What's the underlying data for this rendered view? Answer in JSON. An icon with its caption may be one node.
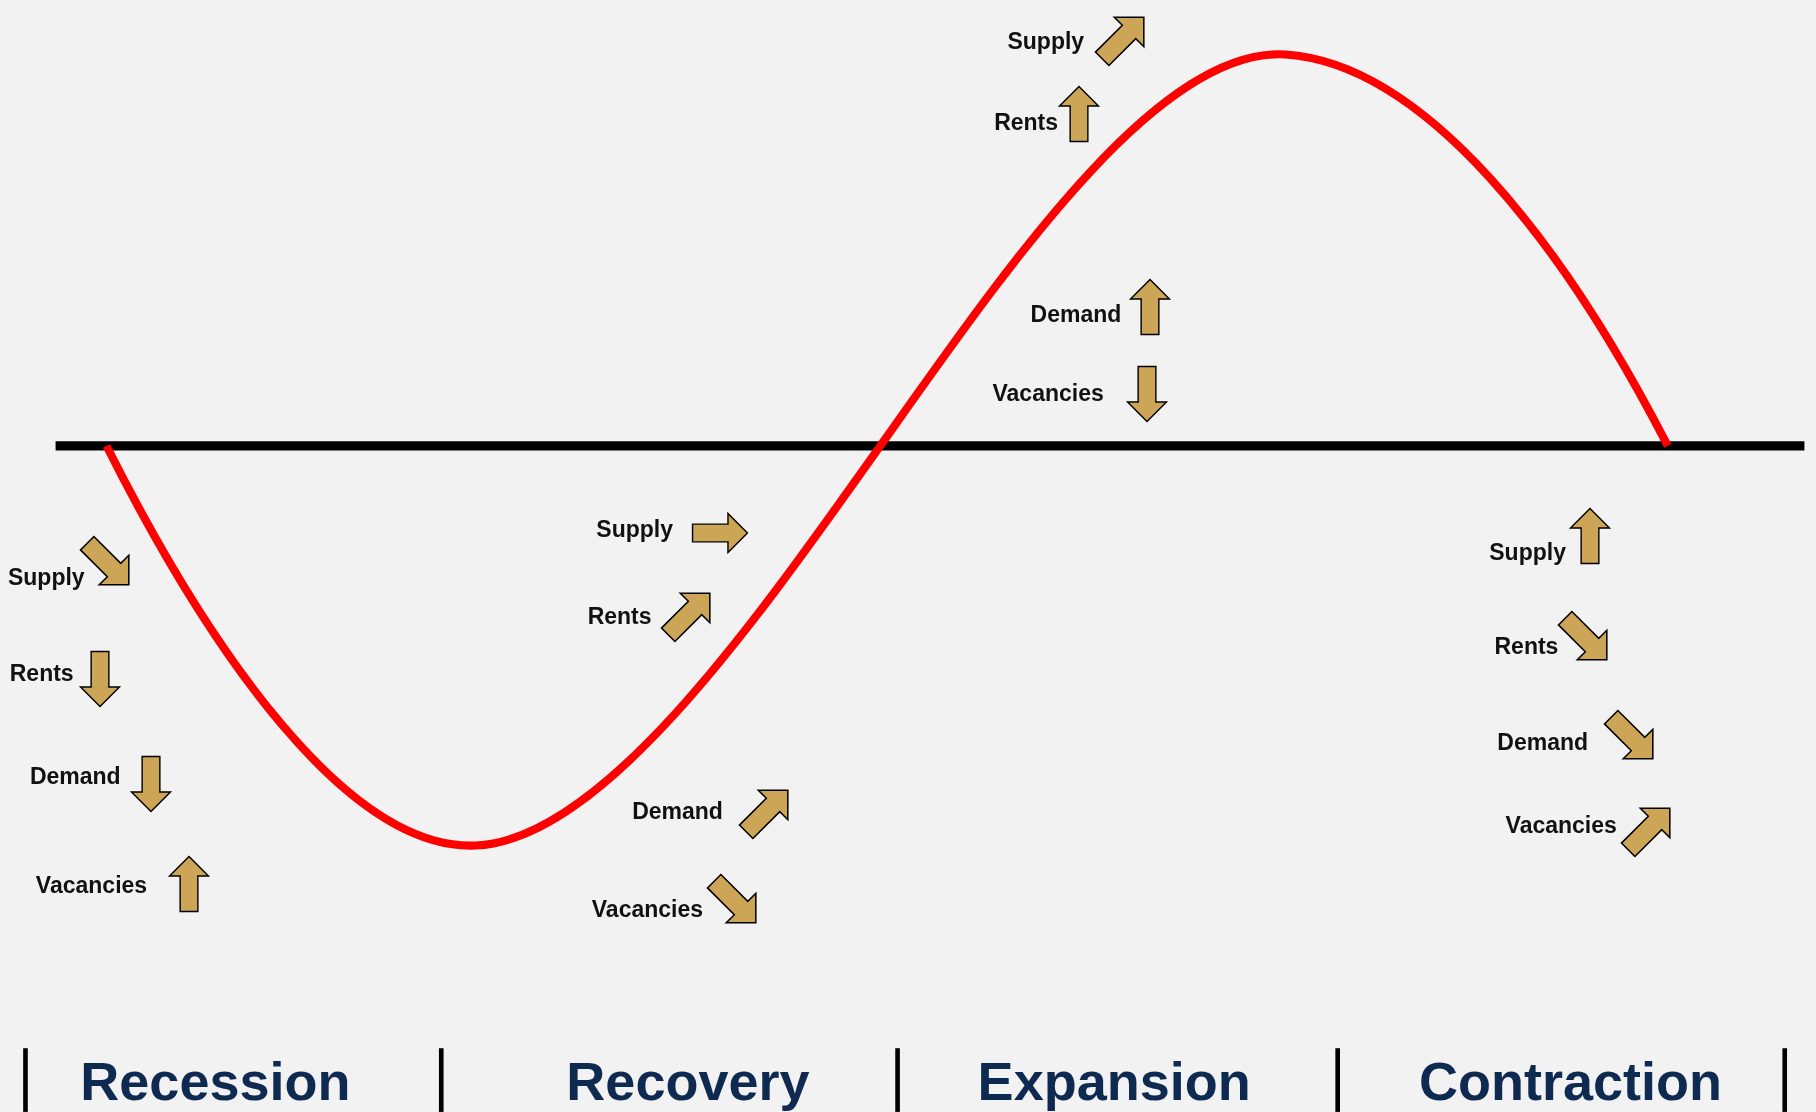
{
  "diagram": {
    "labels": [
      "Supply",
      "Rents",
      "Demand",
      "Vacancies",
      "Supply",
      "Rents",
      "Demand",
      "Vacancies",
      "Supply",
      "Rents",
      "Demand",
      "Vacancies",
      "Supply",
      "Rents",
      "Demand",
      "Vacancies",
      "Recession",
      "Recovery",
      "Expansion",
      "Contraction"
    ]
  }
}
